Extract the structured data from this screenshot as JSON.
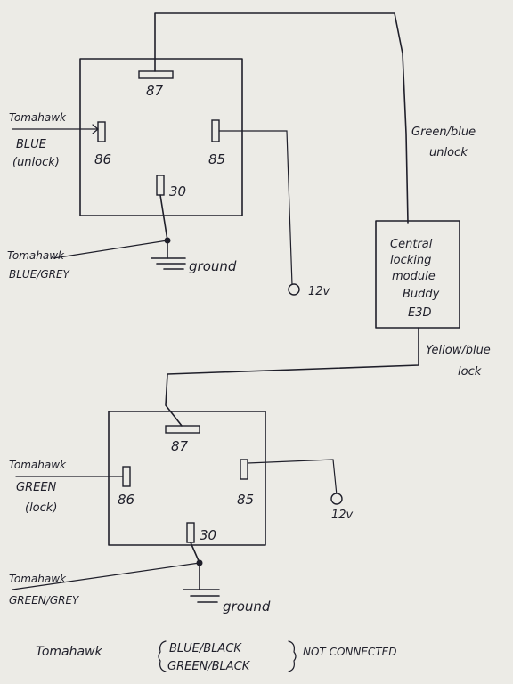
{
  "relay_top": {
    "pin_87": "87",
    "pin_86": "86",
    "pin_85": "85",
    "pin_30": "30",
    "in_86_brand": "Tomahawk",
    "in_86_color": "BLUE",
    "in_86_function": "(unlock)",
    "in_30_brand": "Tomahawk",
    "in_30_color": "BLUE/GREY",
    "ground": "ground",
    "supply": "12v"
  },
  "module": {
    "lines": [
      "Central",
      "locking",
      "module",
      "Buddy",
      "E3D"
    ],
    "unlock_wire_1": "Green/blue",
    "unlock_wire_2": "unlock",
    "lock_wire_1": "Yellow/blue",
    "lock_wire_2": "lock"
  },
  "relay_bottom": {
    "pin_87": "87",
    "pin_86": "86",
    "pin_85": "85",
    "pin_30": "30",
    "in_86_brand": "Tomahawk",
    "in_86_color": "GREEN",
    "in_86_function": "(lock)",
    "in_30_brand": "Tomahawk",
    "in_30_color": "GREEN/GREY",
    "ground": "ground",
    "supply": "12v"
  },
  "footer": {
    "brand": "Tomahawk",
    "wire_1": "BLUE/BLACK",
    "wire_2": "GREEN/BLACK",
    "status": "NOT CONNECTED"
  }
}
